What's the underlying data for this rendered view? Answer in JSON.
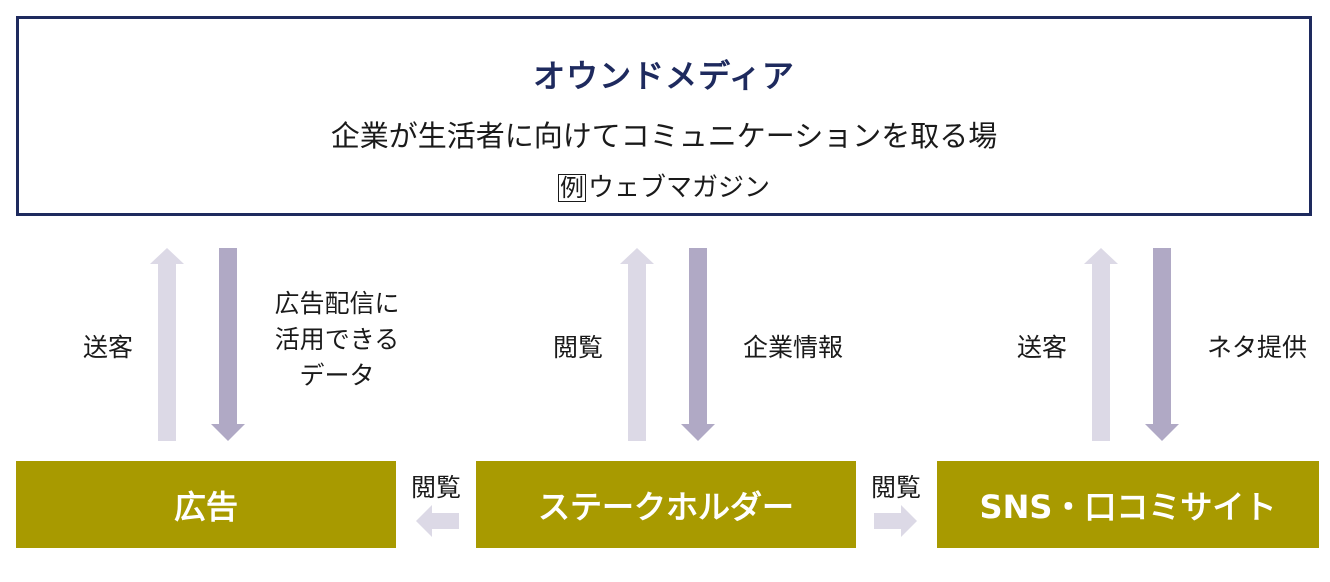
{
  "media": {
    "title": "オウンドメディア",
    "description": "企業が生活者に向けてコミュニケーションを取る場",
    "example_mark": "例",
    "example_text": "ウェブマガジン"
  },
  "nodes": {
    "ad": "広告",
    "stakeholder": "ステークホルダー",
    "sns": "SNS・口コミサイト"
  },
  "links": {
    "ad_up": "送客",
    "ad_down_line1": "広告配信に",
    "ad_down_line2": "活用できる",
    "ad_down_line3": "データ",
    "stakeholder_up": "閲覧",
    "stakeholder_down": "企業情報",
    "sns_up": "送客",
    "sns_down": "ネタ提供",
    "stakeholder_to_ad": "閲覧",
    "stakeholder_to_sns": "閲覧"
  },
  "colors": {
    "media_border": "#1e2a5e",
    "node_fill": "#a89a00",
    "arrow_up": "#dcd9e6",
    "arrow_down": "#b0a9c5",
    "arrow_horizontal": "#dcd9e6"
  }
}
